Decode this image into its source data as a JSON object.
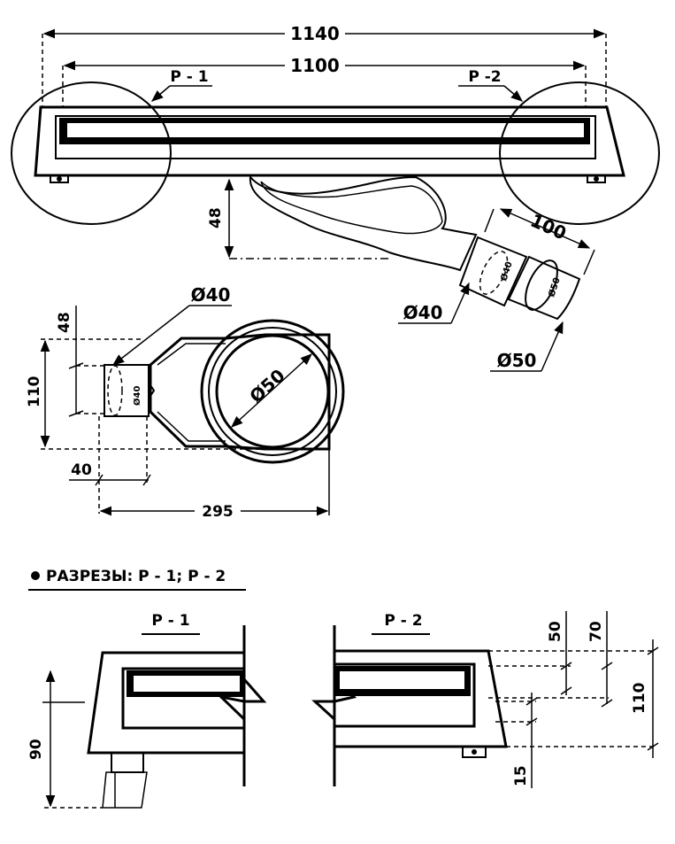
{
  "top_view": {
    "overall_length": "1140",
    "grate_length": "1100",
    "section_mark_1": "P - 1",
    "section_mark_2": "P -2",
    "drain_height": "48",
    "outlet_length": "100",
    "outlet_diameter_40": "Ø40",
    "outlet_diameter_50": "Ø50",
    "pipe_label_40": "Ø40",
    "pipe_label_50": "Ø50"
  },
  "plan_view": {
    "inlet_diameter": "Ø40",
    "outlet_diameter": "Ø50",
    "inlet_label": "Ø40",
    "height_48": "48",
    "height_110": "110",
    "width_40": "40",
    "width_295": "295"
  },
  "sections": {
    "heading": "РАЗРЕЗЫ: P - 1; P - 2",
    "section_1_title": "P - 1",
    "section_2_title": "P - 2",
    "depth_90": "90",
    "dim_50": "50",
    "dim_70": "70",
    "dim_110": "110",
    "dim_15": "15"
  }
}
